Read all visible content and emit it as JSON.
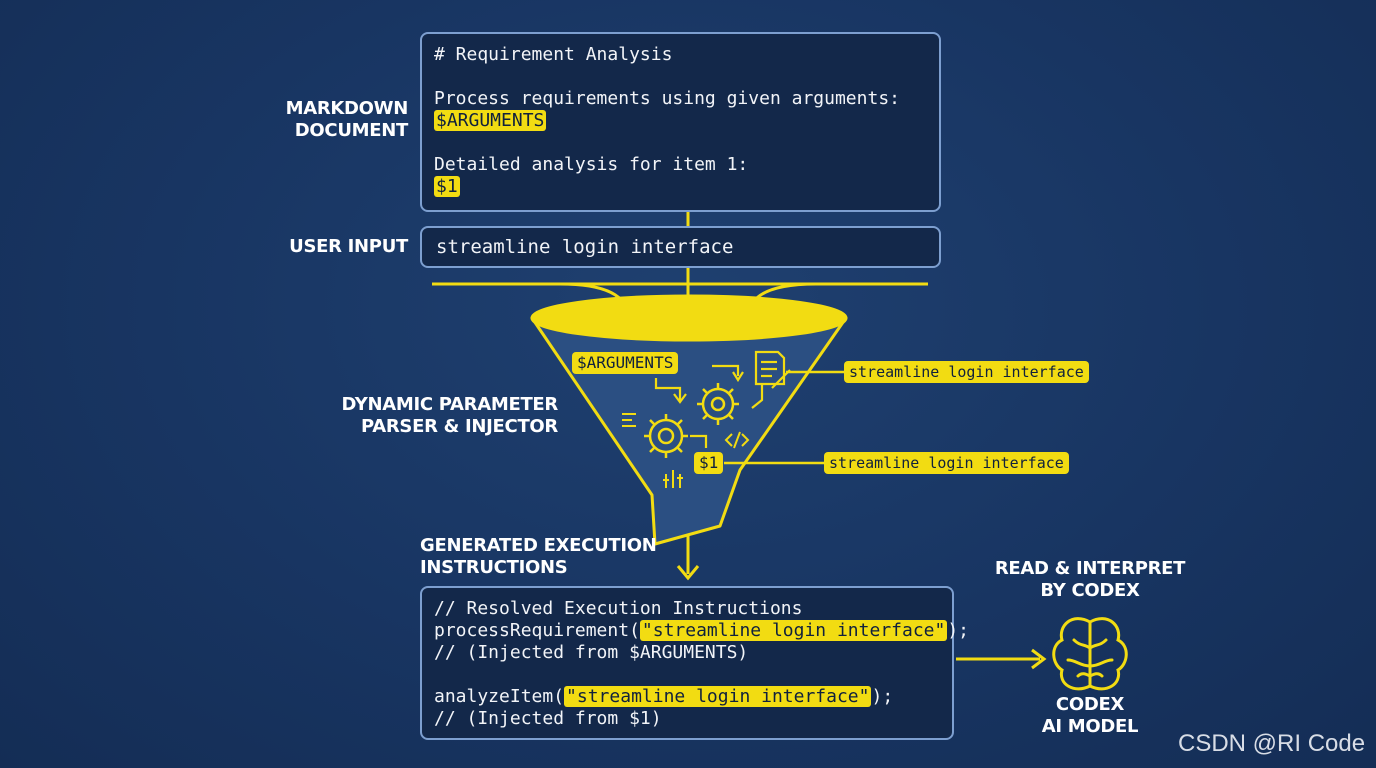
{
  "labels": {
    "markdown_line1": "MARKDOWN",
    "markdown_line2": "DOCUMENT",
    "user_input": "USER INPUT",
    "parser_line1": "DYNAMIC PARAMETER",
    "parser_line2": "PARSER & INJECTOR",
    "generated_line1": "GENERATED EXECUTION",
    "generated_line2": "INSTRUCTIONS",
    "read_line1": "READ & INTERPRET",
    "read_line2": "BY CODEX",
    "model_line1": "CODEX",
    "model_line2": "AI MODEL"
  },
  "markdown_doc": {
    "heading": "# Requirement Analysis",
    "line1": "Process requirements using given arguments:",
    "token1": "$ARGUMENTS",
    "line2": "Detailed analysis for item 1:",
    "token2": "$1"
  },
  "user_input": {
    "value": "streamline login interface"
  },
  "funnel": {
    "arguments_tag": "$ARGUMENTS",
    "one_tag": "$1",
    "arguments_value": "streamline login interface",
    "one_value": "streamline login interface"
  },
  "output": {
    "comment1": "// Resolved Execution Instructions",
    "call1_prefix": "processRequirement(",
    "call1_arg": "\"streamline login interface\"",
    "call1_suffix": ");",
    "comment2": "// (Injected from $ARGUMENTS)",
    "call2_prefix": "analyzeItem(",
    "call2_arg": "\"streamline login interface\"",
    "call2_suffix": ");",
    "comment3": "// (Injected from $1)"
  },
  "watermark": "CSDN @RI Code",
  "colors": {
    "background": "#183562",
    "accent_yellow": "#f2dc12",
    "panel_fill": "#13284a",
    "panel_border": "#7d9fd0"
  }
}
